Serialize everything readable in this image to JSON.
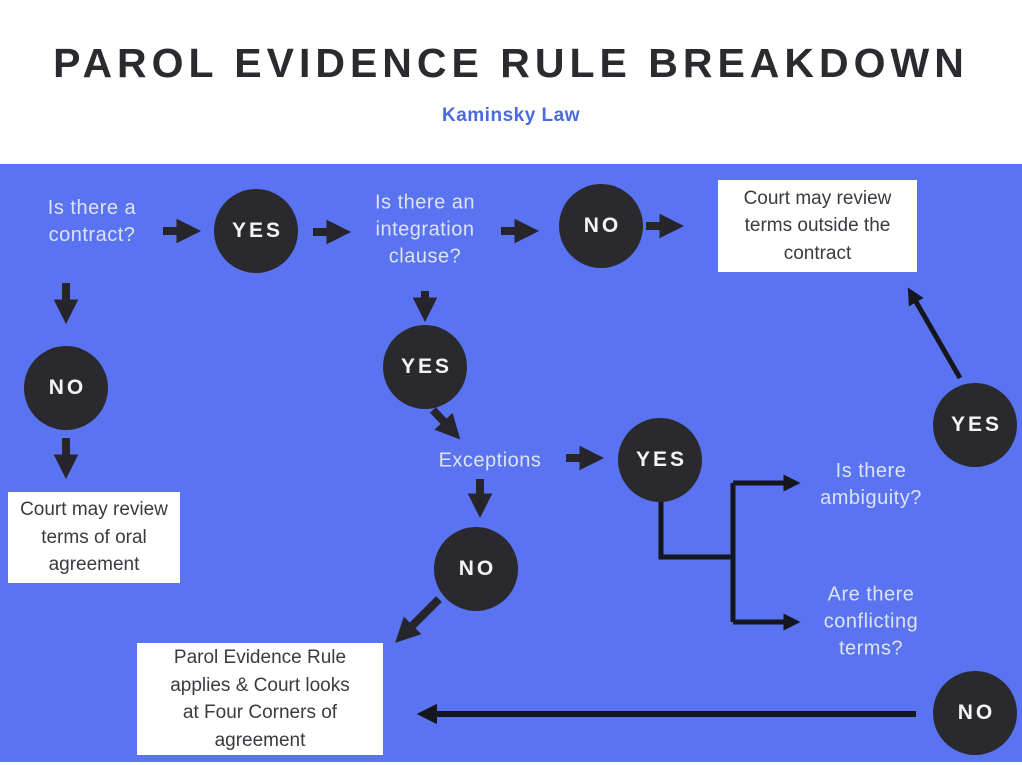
{
  "header": {
    "title": "PAROL EVIDENCE RULE BREAKDOWN",
    "subtitle": "Kaminsky Law"
  },
  "colors": {
    "background_blue": "#5a73f0",
    "node_fill": "#2a292e",
    "node_text": "#f4f4f8",
    "question_text": "#dde3f4",
    "connector_thick": "#26252c",
    "connector_thin": "#16161f",
    "outcome_bg": "#ffffff",
    "outcome_text": "#3b3a40",
    "title_text": "#2b2a2f",
    "subtitle_text": "#4c6ade"
  },
  "flowchart": {
    "questions": [
      {
        "id": "contract",
        "text": "Is there a\ncontract?"
      },
      {
        "id": "integration",
        "text": "Is there an\nintegration\nclause?"
      },
      {
        "id": "exceptions",
        "text": "Exceptions"
      },
      {
        "id": "ambiguity",
        "text": "Is there\nambiguity?"
      },
      {
        "id": "conflicting",
        "text": "Are there\nconflicting\nterms?"
      }
    ],
    "decisions": [
      {
        "id": "yes-contract",
        "label": "YES"
      },
      {
        "id": "no-integration",
        "label": "NO"
      },
      {
        "id": "no-contract",
        "label": "NO"
      },
      {
        "id": "yes-integration",
        "label": "YES"
      },
      {
        "id": "yes-exceptions",
        "label": "YES"
      },
      {
        "id": "no-exceptions",
        "label": "NO"
      },
      {
        "id": "yes-review",
        "label": "YES"
      },
      {
        "id": "no-review",
        "label": "NO"
      }
    ],
    "outcomes": [
      {
        "id": "outside-terms",
        "text": "Court may review\nterms outside the\ncontract"
      },
      {
        "id": "oral-terms",
        "text": "Court may review\nterms of oral\nagreement"
      },
      {
        "id": "four-corners",
        "text": "Parol Evidence Rule\napplies & Court looks\nat Four Corners of\nagreement"
      }
    ]
  }
}
